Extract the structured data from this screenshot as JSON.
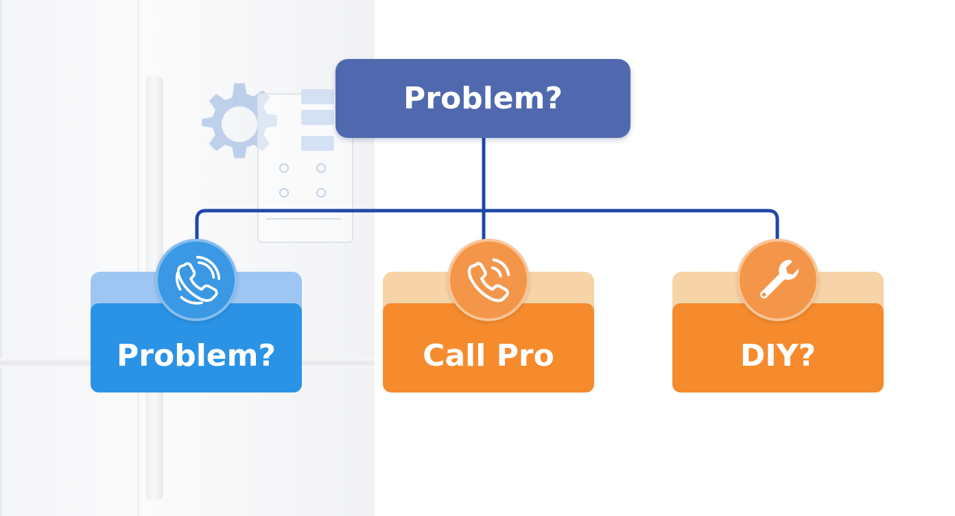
{
  "root": {
    "label": "Problem?",
    "color": "#5069ae"
  },
  "branches": [
    {
      "label": "Problem?",
      "icon": "phone-signal-icon",
      "color": "#2b93e6"
    },
    {
      "label": "Call Pro",
      "icon": "phone-call-icon",
      "color": "#f58b2d"
    },
    {
      "label": "DIY?",
      "icon": "wrench-icon",
      "color": "#f58b2d"
    }
  ],
  "connector_color": "#1f47a8",
  "background": {
    "elements": [
      "fridge",
      "gear-icon",
      "control-panel"
    ]
  }
}
